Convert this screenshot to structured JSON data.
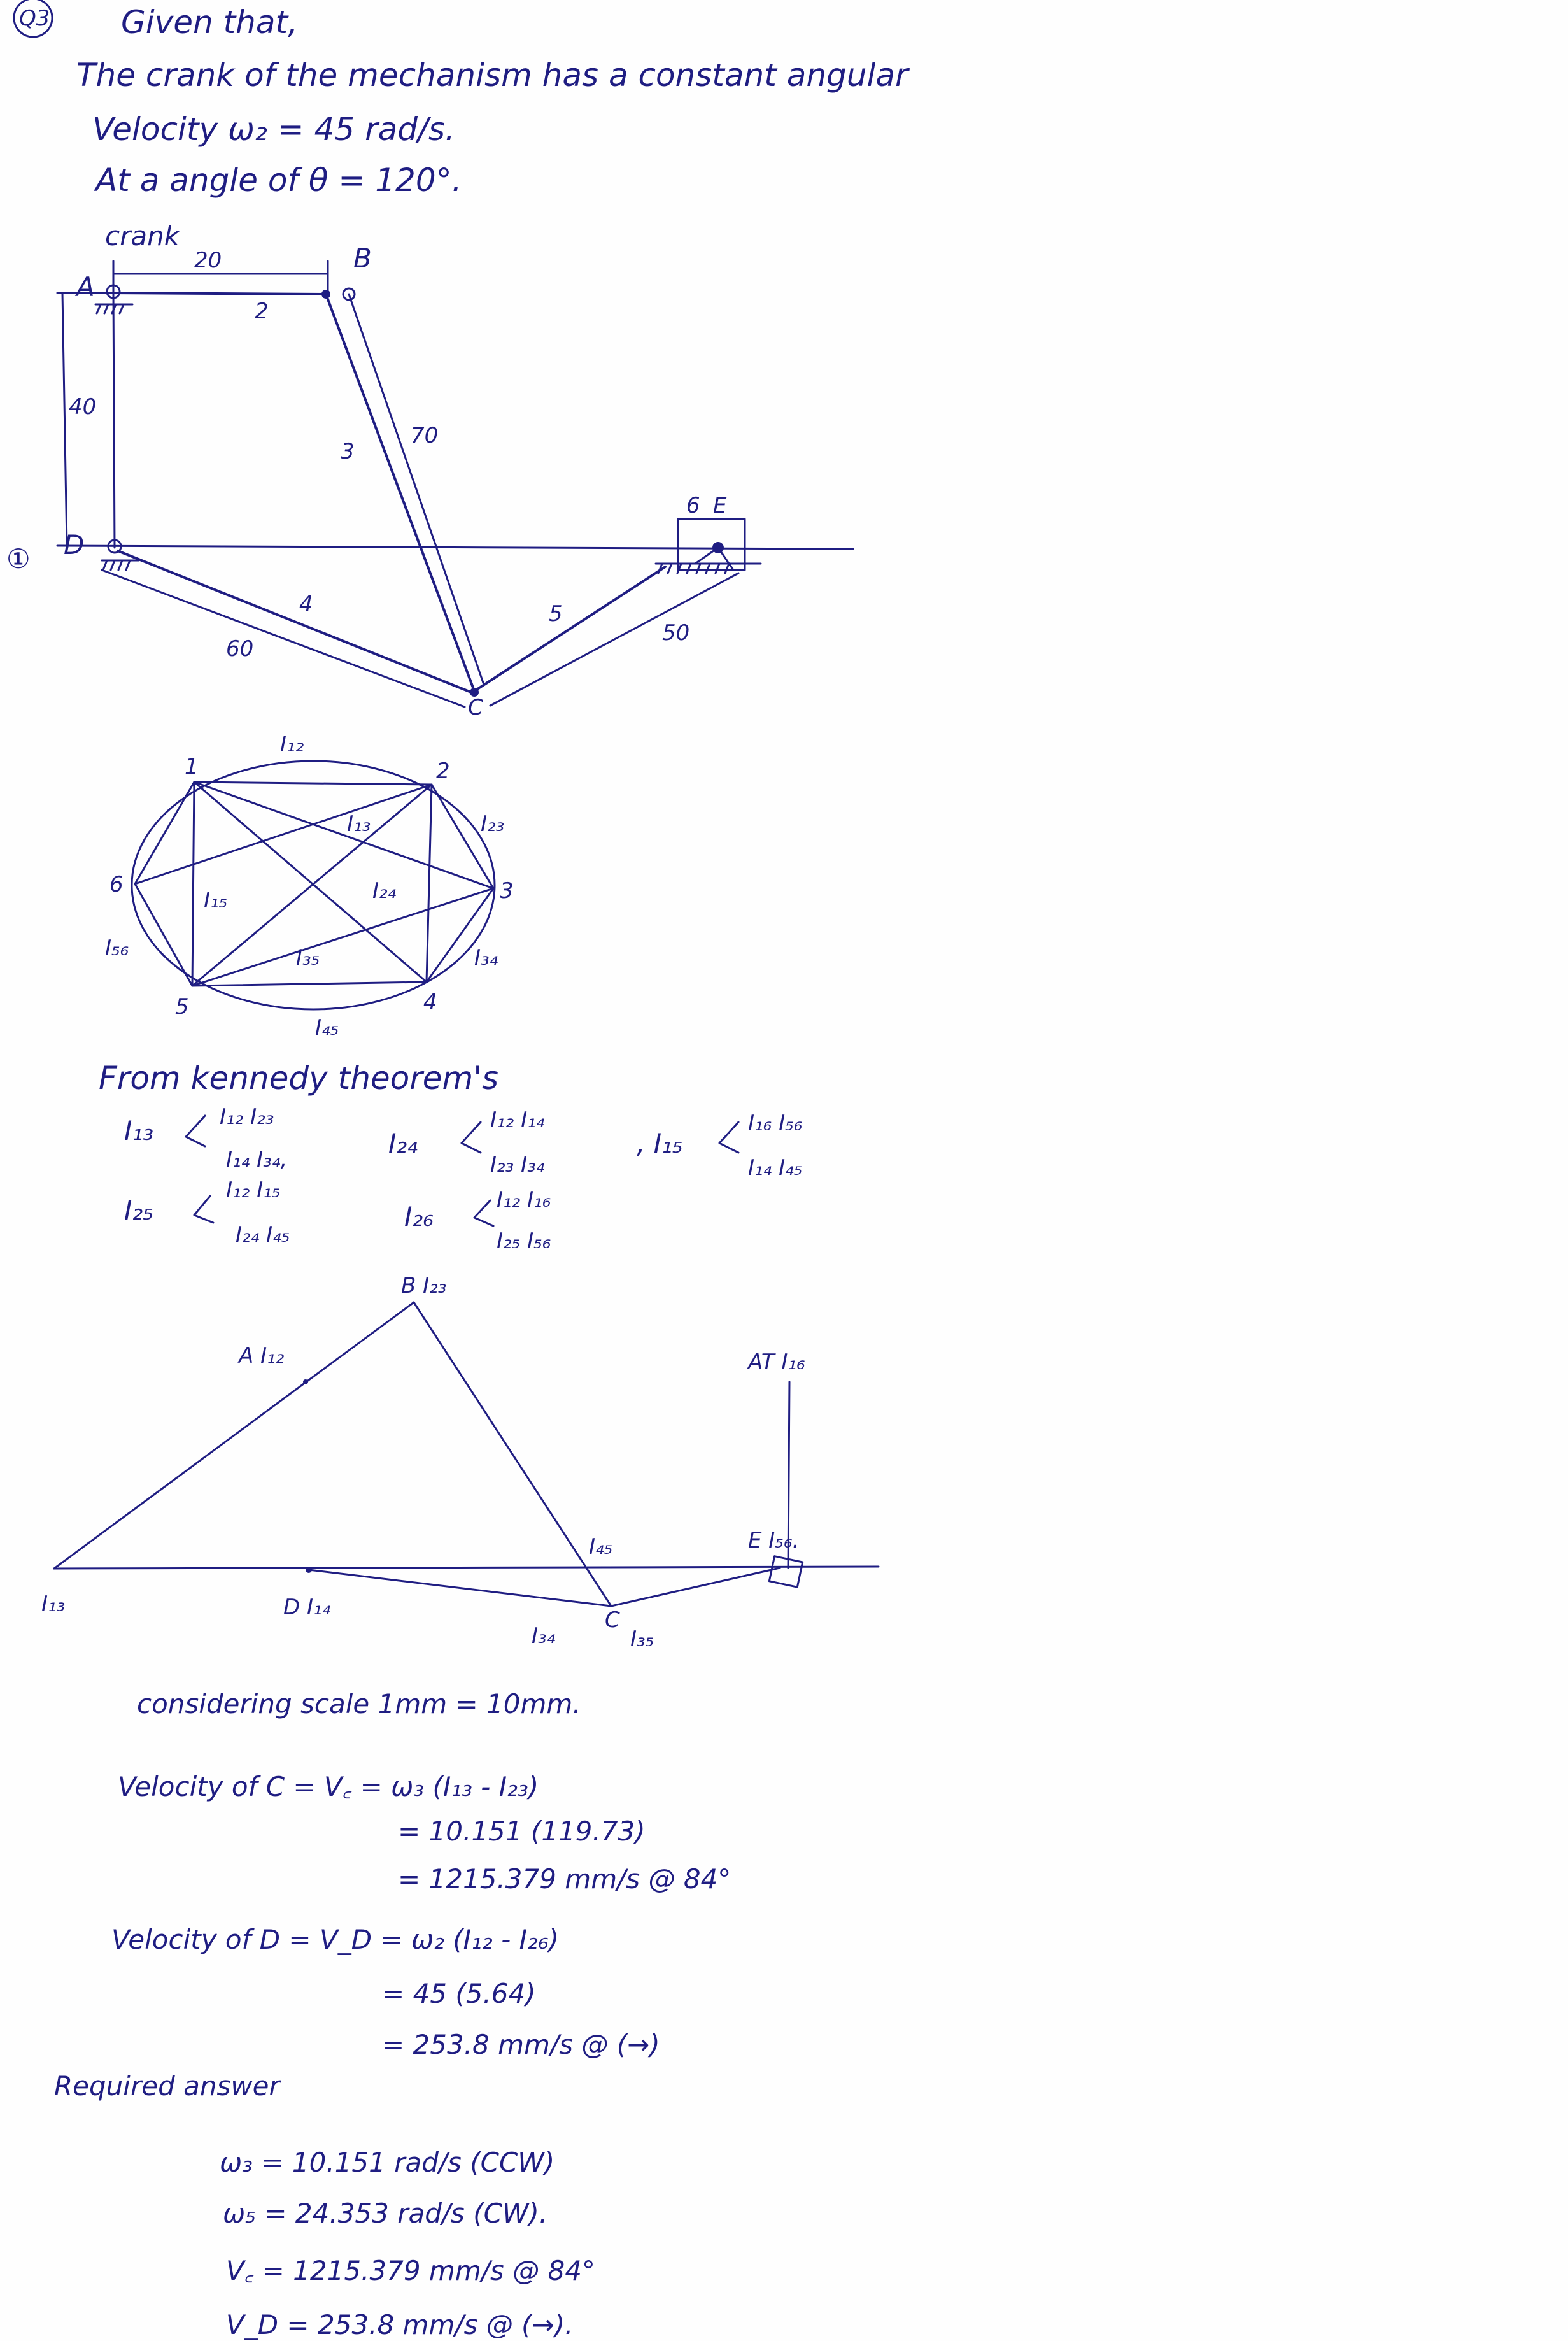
{
  "question": {
    "number": "Q3",
    "heading": "Given that,",
    "lines": [
      "The crank of the mechanism has a constant angular",
      "Velocity ω₂ = 45 rad/s.",
      "At a angle of θ = 120°."
    ]
  },
  "mechanism": {
    "crank_label": "crank",
    "dim_AB": "20",
    "dim_AD": "40",
    "dim_BC": "70",
    "dim_DC": "60",
    "dim_CE": "50",
    "link_labels": {
      "l1": "1",
      "l2": "2",
      "l3": "3",
      "l4": "4",
      "l5": "5",
      "l6": "6"
    },
    "joints": {
      "A": "A",
      "B": "B",
      "C": "C",
      "D": "D",
      "E": "E"
    },
    "side_mark": "①"
  },
  "ic_circle": {
    "nodes": [
      "1",
      "2",
      "3",
      "4",
      "5",
      "6"
    ],
    "labels": {
      "I12": "I₁₂",
      "I23": "I₂₃",
      "I34": "I₃₄",
      "I45": "I₄₅",
      "I56": "I₅₆",
      "I13": "I₁₃",
      "I24": "I₂₄",
      "I15": "I₁₅",
      "I35": "I₃₅"
    }
  },
  "kennedy": {
    "title": "From kennedy theorem's",
    "rules": [
      {
        "target": "I₁₃",
        "top": "I₁₂ I₂₃",
        "bottom": "I₁₄ I₃₄,"
      },
      {
        "target": "I₂₄",
        "top": "I₁₂ I₁₄",
        "bottom": "I₂₃ I₃₄"
      },
      {
        "target": ", I₁₅",
        "top": "I₁₆ I₅₆",
        "bottom": "I₁₄ I₄₅"
      },
      {
        "target": "I₂₅",
        "top": "I₁₂ I₁₅",
        "bottom": "I₂₄ I₄₅"
      },
      {
        "target": "I₂₆",
        "top": "I₁₂ I₁₆",
        "bottom": "I₂₅ I₅₆"
      }
    ]
  },
  "ic_diagram": {
    "labels": {
      "B_I23": "B I₂₃",
      "A_I12": "A  I₁₂",
      "AT_I16": "AT  I₁₆",
      "I13": "I₁₃",
      "D_I14": "D I₁₄",
      "I45": "I₄₅",
      "E_I56": "E   I₅₆.",
      "C": "C",
      "I34": "I₃₄",
      "I35": "I₃₅"
    }
  },
  "calculation": {
    "scale": "considering scale  1mm = 10mm.",
    "vc_lines": [
      "Velocity of C = V꜀ = ω₃ (I₁₃ - I₂₃)",
      "= 10.151 (119.73)",
      "= 1215.379 mm/s @ 84°"
    ],
    "vd_lines": [
      "Velocity of D = V_D = ω₂ (I₁₂ - I₂₆)",
      "= 45 (5.64)",
      "= 253.8 mm/s @ (→)"
    ]
  },
  "answer": {
    "title": "Required answer",
    "lines": [
      "ω₃ = 10.151 rad/s (CCW)",
      "ω₅ = 24.353 rad/s (CW).",
      "V꜀ = 1215.379 mm/s @ 84°",
      "V_D = 253.8 mm/s @ (→)."
    ]
  },
  "colors": {
    "ink": "#1f1d82",
    "paper": "#fefefe"
  }
}
